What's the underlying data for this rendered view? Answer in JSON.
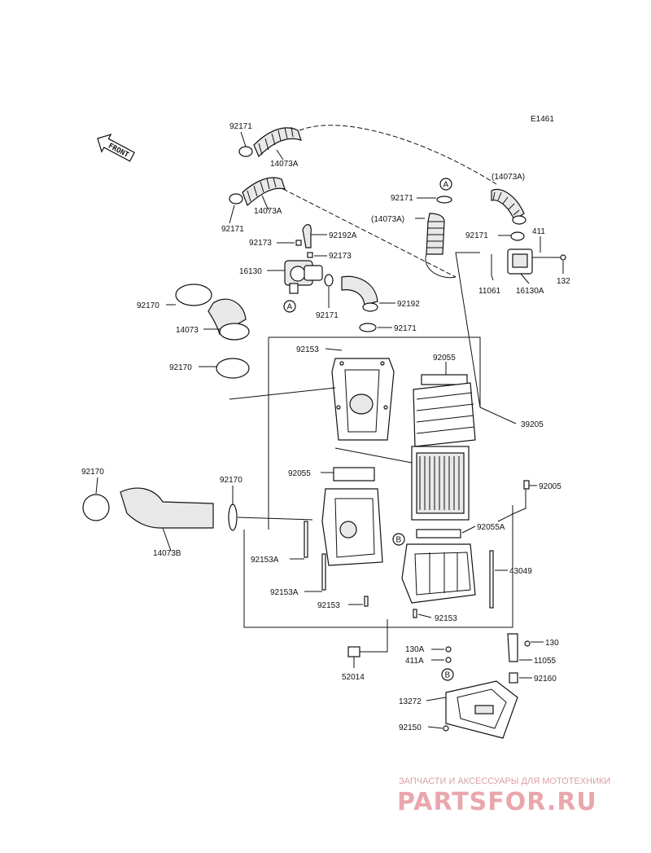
{
  "diagram": {
    "code": "E1461",
    "front_label": "FRONT",
    "callouts": [
      "A",
      "B"
    ],
    "labels": {
      "l92171_a": "92171",
      "l14073A_a": "14073A",
      "l92171_b": "92171",
      "l14073A_b": "14073A",
      "l92173_a": "92173",
      "l92192A": "92192A",
      "l92173_b": "92173",
      "l16130": "16130",
      "l92171_c": "92171",
      "l92192": "92192",
      "l92171_d": "92171",
      "l92171_e": "92171",
      "l14073A_paren_a": "(14073A)",
      "l14073A_paren_b": "(14073A)",
      "l92171_f": "92171",
      "l411": "411",
      "l132": "132",
      "l11061": "11061",
      "l16130A": "16130A",
      "l92170_a": "92170",
      "l14073": "14073",
      "l92170_b": "92170",
      "l92153_a": "92153",
      "l92055_a": "92055",
      "l39205": "39205",
      "l92055_b": "92055",
      "l92170_c": "92170",
      "l92170_d": "92170",
      "l92005": "92005",
      "l14073B": "14073B",
      "l92055A": "92055A",
      "l92153A_a": "92153A",
      "l43049": "43049",
      "l92153A_b": "92153A",
      "l92153_b": "92153",
      "l92153_c": "92153",
      "l130A": "130A",
      "l130": "130",
      "l411A": "411A",
      "l11055": "11055",
      "l52014": "52014",
      "l92160": "92160",
      "l13272": "13272",
      "l92150": "92150"
    }
  },
  "watermark": {
    "tagline": "ЗАПЧАСТИ И АКСЕССУАРЫ ДЛЯ МОТОТЕХНИКИ",
    "logo": "PARTSFOR.RU"
  }
}
